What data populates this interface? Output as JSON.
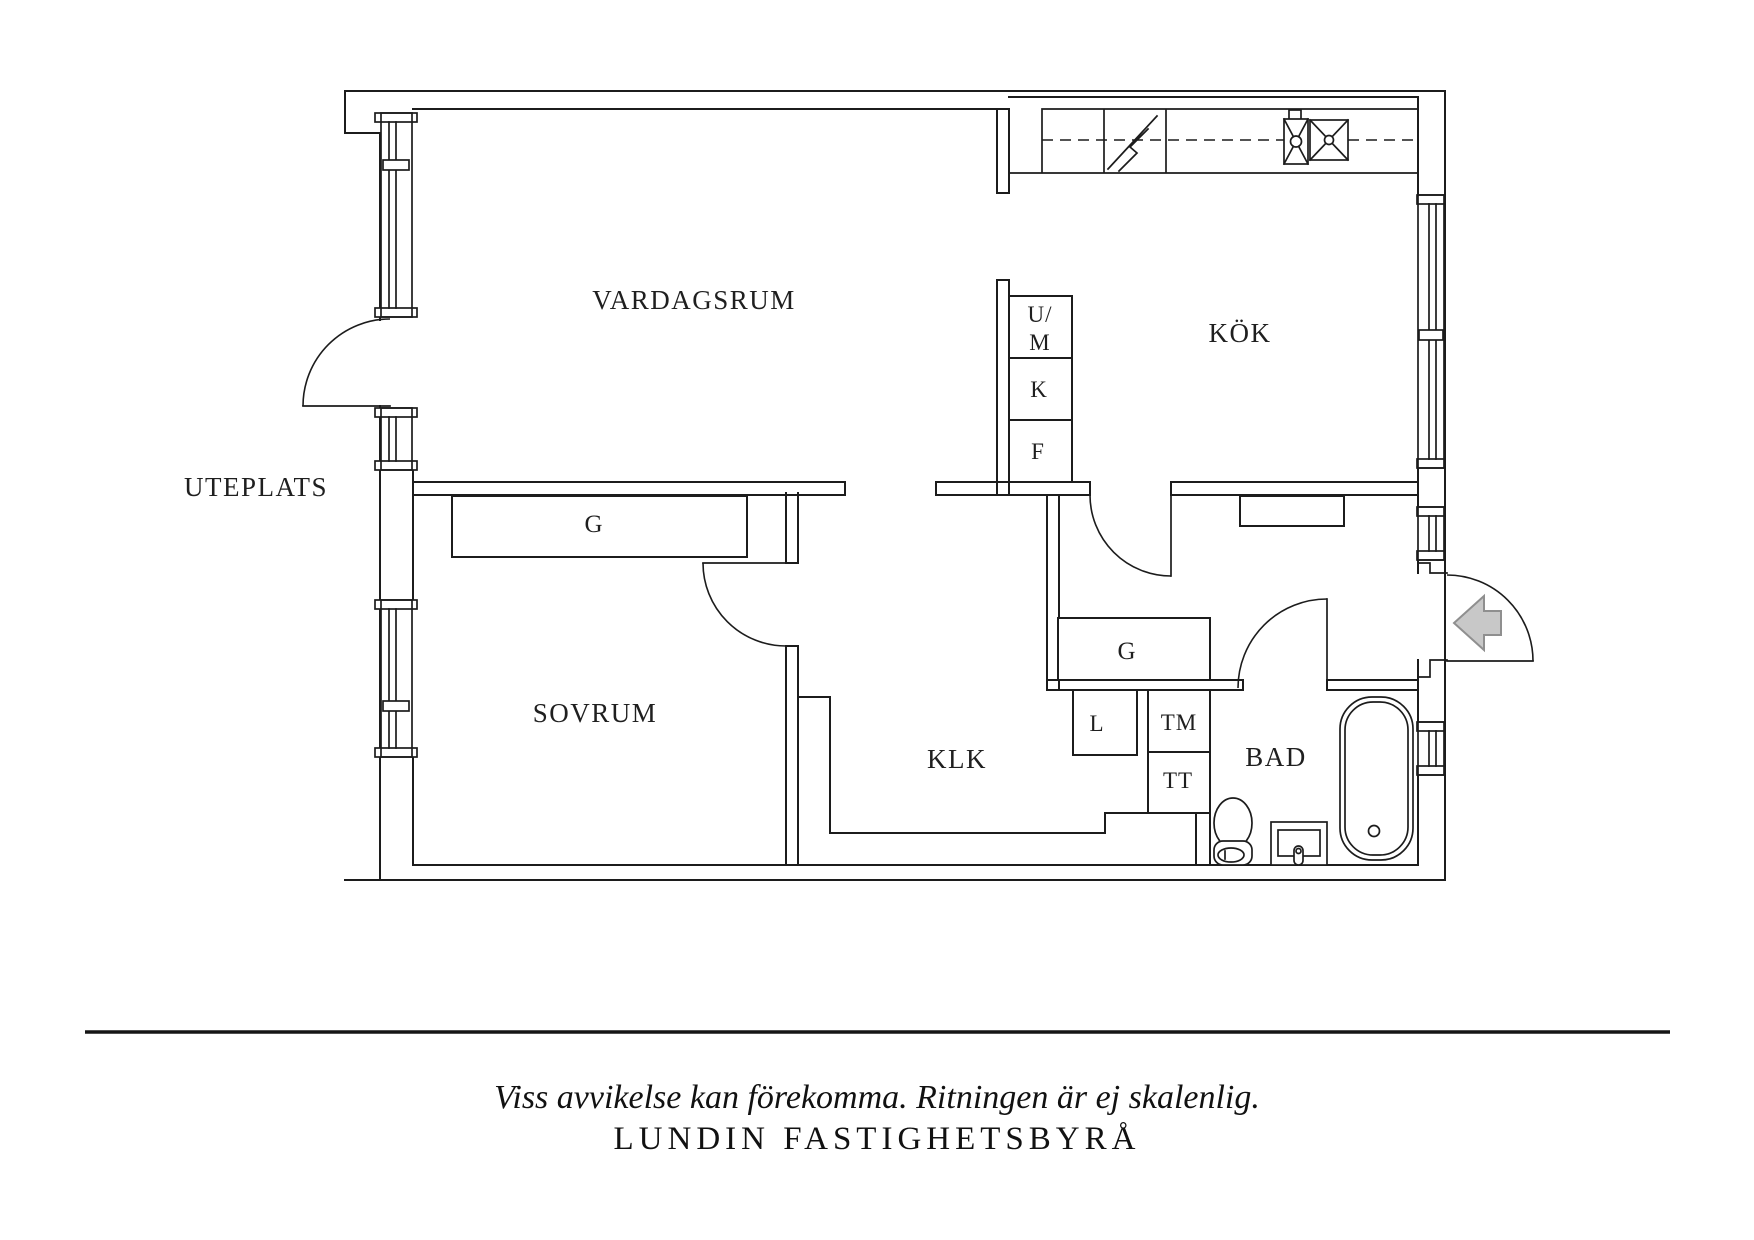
{
  "plan": {
    "rooms": {
      "vardagsrum": "VARDAGSRUM",
      "kok": "KÖK",
      "sovrum": "SOVRUM",
      "klk": "KLK",
      "bad": "BAD",
      "uteplats": "UTEPLATS"
    },
    "appliances": {
      "um_line1": "U/",
      "um_line2": "M",
      "kyl": "K",
      "frys": "F"
    },
    "closets": {
      "g_sovrum": "G",
      "g_hall": "G",
      "linne": "L",
      "tvattmaskin": "TM",
      "torktumlare": "TT"
    },
    "colors": {
      "line": "#1c1c1c",
      "label": "#1f1f1f",
      "entry_arrow_fill": "#c8c8c8",
      "entry_arrow_stroke": "#8f8f8f"
    }
  },
  "footer": {
    "disclaimer": "Viss avvikelse kan förekomma. Ritningen är ej skalenlig.",
    "brand": "LUNDIN FASTIGHETSBYRÅ"
  }
}
